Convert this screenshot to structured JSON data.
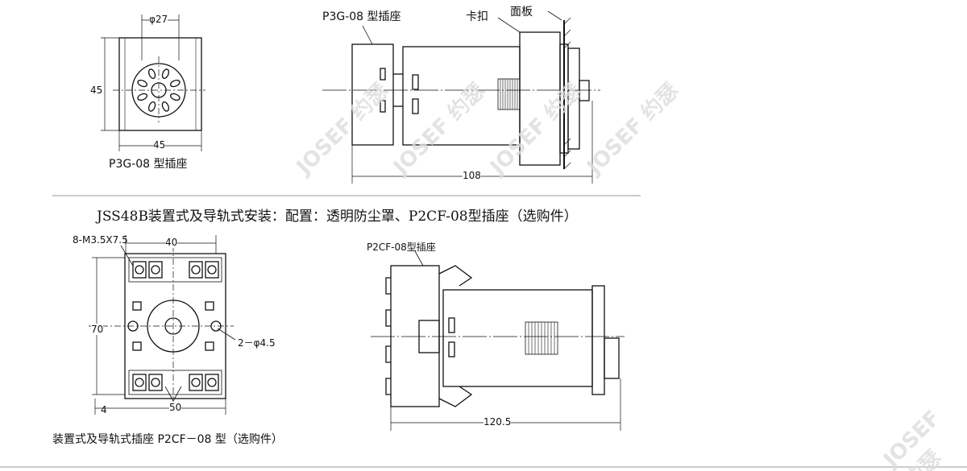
{
  "top_left": {
    "dim_diameter": "φ27",
    "dim_height": "45",
    "dim_width": "45",
    "caption": "P3G-08 型插座"
  },
  "top_right": {
    "socket_label": "P3G-08 型插座",
    "clip_label": "卡扣",
    "panel_label": "面板",
    "dim_length": "108"
  },
  "heading": "JSS48B装置式及导轨式安装：配置：透明防尘罩、P2CF-08型插座（选购件）",
  "bottom_left": {
    "screw_label": "8-M3.5X7.5",
    "dim_width_top": "40",
    "dim_height": "70",
    "dim_width": "50",
    "dim_small": "4",
    "hole_label": "2－φ4.5",
    "caption": "装置式及导轨式插座 P2CF－08 型（选购件）"
  },
  "bottom_right": {
    "socket_label": "P2CF-08型插座",
    "dim_length": "120.5"
  },
  "watermark": "JOSEF 约瑟"
}
